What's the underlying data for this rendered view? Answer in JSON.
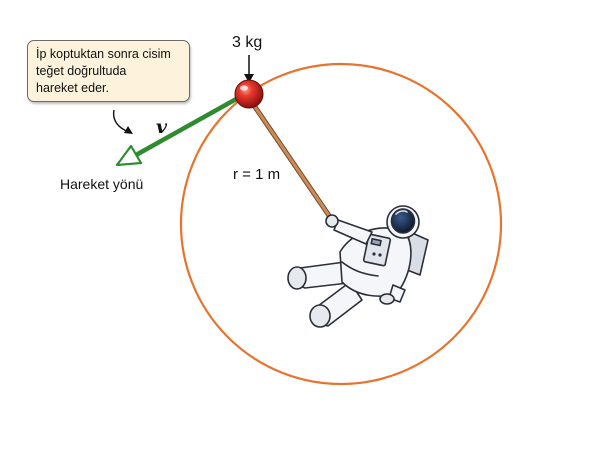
{
  "note": {
    "line1": "İp koptuktan sonra cisim",
    "line2": "teğet doğrultuda",
    "line3": "hareket eder."
  },
  "labels": {
    "mass": "3 kg",
    "radius": "r = 1 m",
    "velocity": "v",
    "direction": "Hareket yönü"
  },
  "colors": {
    "circle": "#e8732e",
    "ball": "#d8201c",
    "arrow": "#2e8b2e",
    "rope": "#b8784a",
    "note_bg": "#fdf3dc"
  },
  "icons": {
    "astronaut": "astronaut-icon"
  }
}
